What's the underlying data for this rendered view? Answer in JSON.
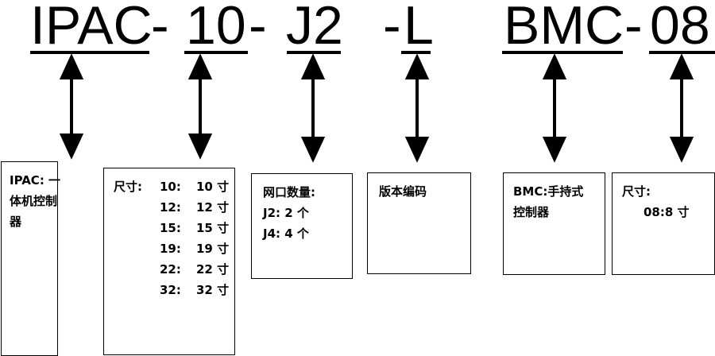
{
  "segments": {
    "ipac": "IPAC",
    "dash1": "-",
    "size": "10",
    "dash2": "-",
    "port": "J2",
    "dash3": "-",
    "version": "L",
    "bmc": "BMC",
    "dash4": "-",
    "bmc_size": "08"
  },
  "boxes": {
    "ipac": {
      "line1": "IPAC:  一",
      "line2": "体机控制",
      "line3": "器"
    },
    "size": {
      "title": "尺寸:",
      "rows": [
        {
          "code": "10:",
          "value": "10 寸"
        },
        {
          "code": "12:",
          "value": "12 寸"
        },
        {
          "code": "15:",
          "value": "15 寸"
        },
        {
          "code": "19:",
          "value": "19 寸"
        },
        {
          "code": "22:",
          "value": "22 寸"
        },
        {
          "code": "32:",
          "value": "32 寸"
        }
      ]
    },
    "port": {
      "title": "网口数量:",
      "rows": [
        "J2:  2 个",
        "J4:  4 个"
      ]
    },
    "version": {
      "title": "版本编码"
    },
    "bmc": {
      "line1": "BMC:手持式",
      "line2": "控制器"
    },
    "bmc_size": {
      "title": "尺寸:",
      "value": "08:8 寸"
    }
  }
}
